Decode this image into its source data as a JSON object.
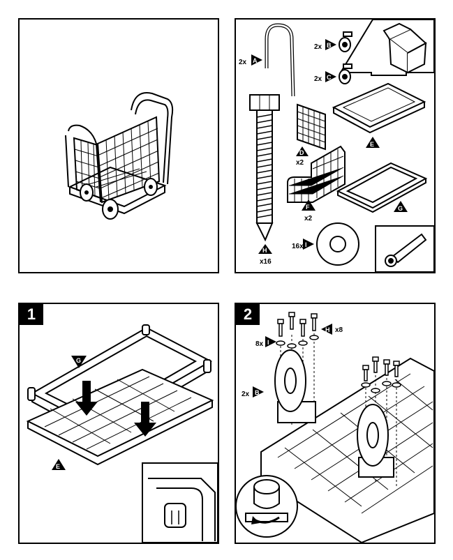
{
  "parts": {
    "A": {
      "letter": "A",
      "qty": "2x"
    },
    "B": {
      "letter": "B",
      "qty": "2x"
    },
    "C": {
      "letter": "C",
      "qty": "2x"
    },
    "D": {
      "letter": "D",
      "qty": "x2"
    },
    "E": {
      "letter": "E"
    },
    "F": {
      "letter": "F",
      "qty": "x2"
    },
    "G": {
      "letter": "G"
    },
    "H": {
      "letter": "H",
      "qty": "x16"
    },
    "I": {
      "letter": "I",
      "qty": "16x"
    }
  },
  "step1": {
    "number": "1",
    "label_g": "G",
    "label_e": "E"
  },
  "step2": {
    "number": "2",
    "label_b": "B",
    "qty_b": "2x",
    "label_i": "I",
    "qty_i": "8x",
    "label_h": "H",
    "qty_h": "x8"
  },
  "colors": {
    "line": "#000000",
    "background": "#ffffff",
    "accent": "#000000"
  }
}
